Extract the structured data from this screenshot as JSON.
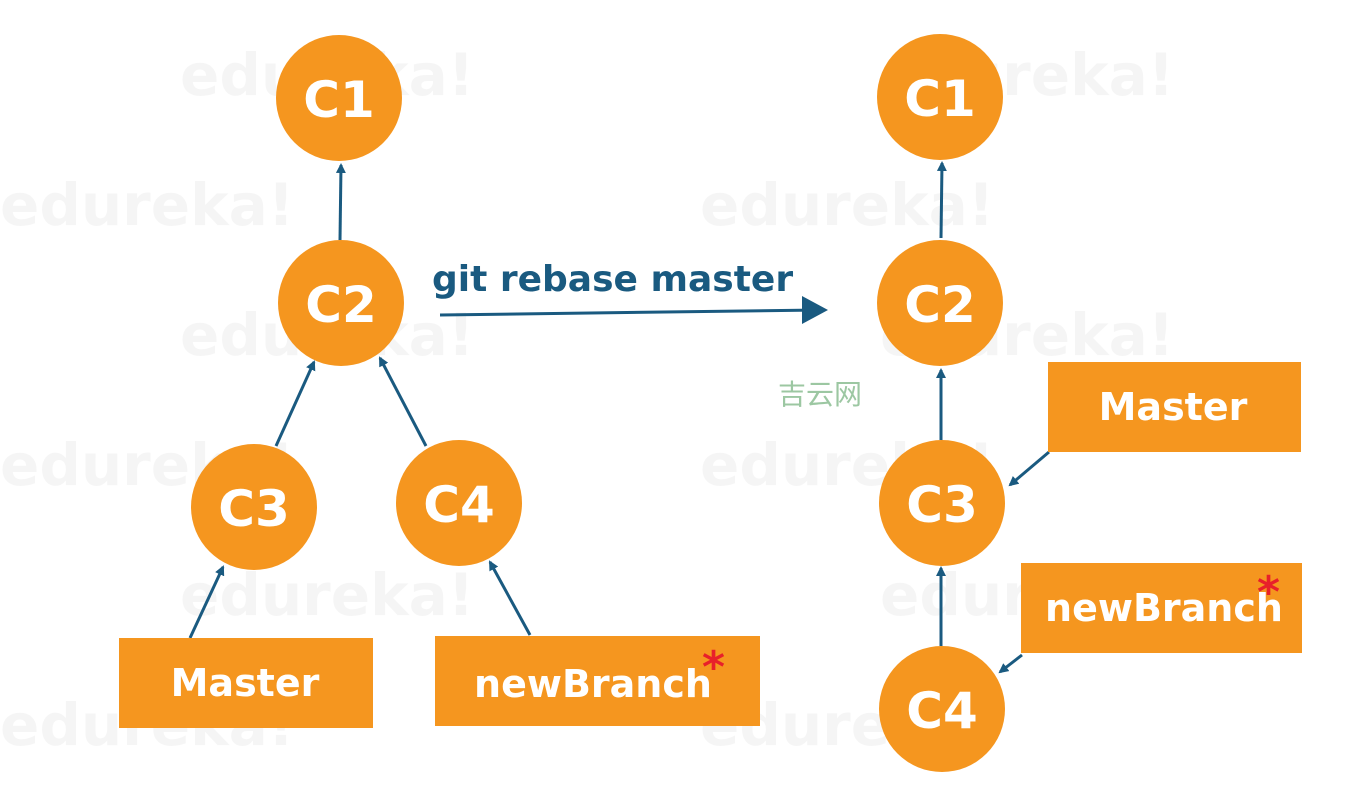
{
  "colors": {
    "node": "#f5961f",
    "label_box": "#f5961f",
    "arrow": "#1a5a80",
    "star": "#e8202a",
    "watermark": "#000000",
    "site_mark": "#9cc7a2"
  },
  "watermark_text": "edureka!",
  "site_mark": "吉云网",
  "command": "git rebase master",
  "before": {
    "nodes": {
      "c1": "C1",
      "c2": "C2",
      "c3": "C3",
      "c4": "C4"
    },
    "labels": {
      "master": "Master",
      "newbranch": "newBranch"
    },
    "star": "*"
  },
  "after": {
    "nodes": {
      "c1": "C1",
      "c2": "C2",
      "c3": "C3",
      "c4": "C4"
    },
    "labels": {
      "master": "Master",
      "newbranch": "newBranch"
    },
    "star": "*"
  }
}
